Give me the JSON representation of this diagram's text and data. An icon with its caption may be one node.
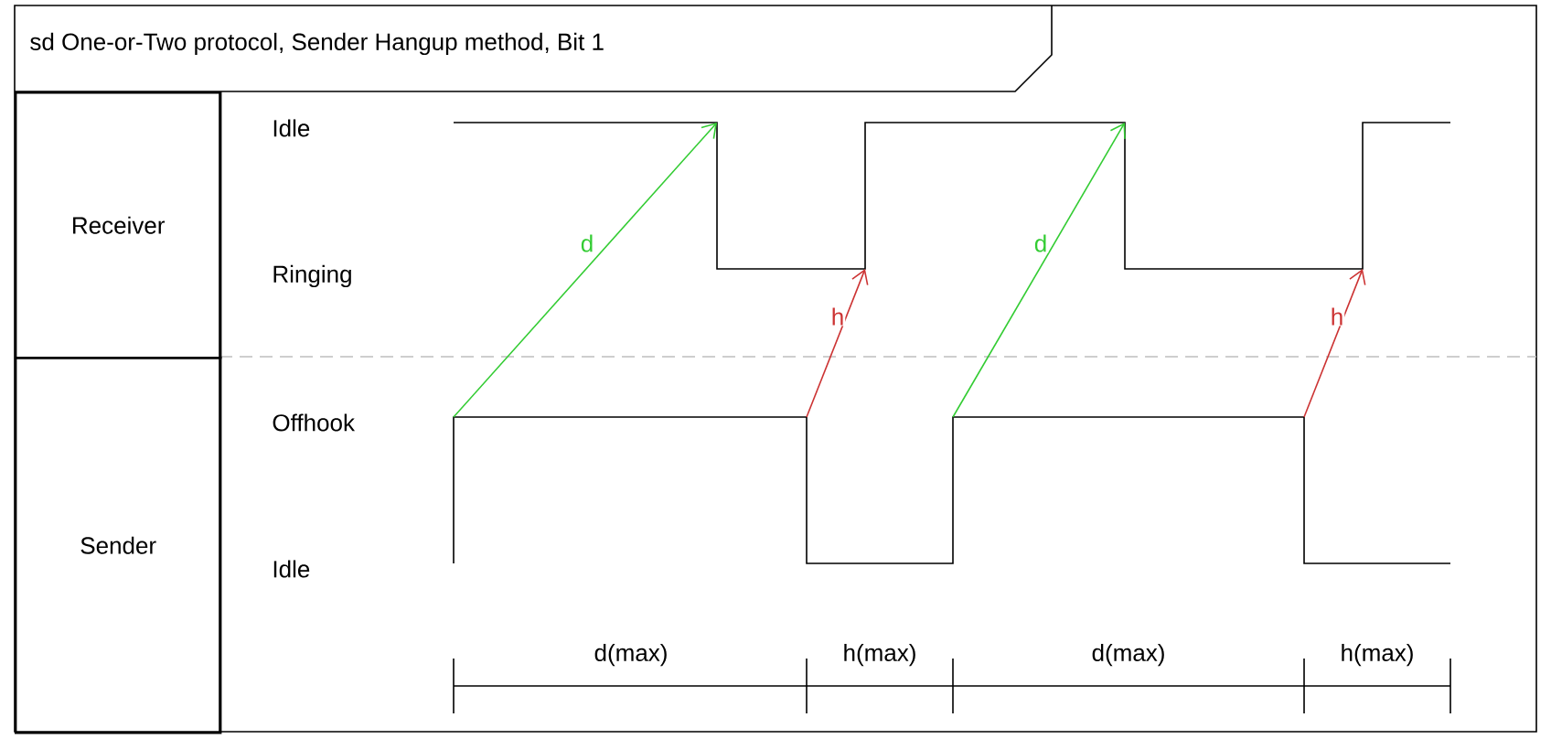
{
  "diagram": {
    "title": "sd One-or-Two protocol, Sender Hangup method, Bit 1",
    "nodes": [
      {
        "text": [
          "Receiver"
        ]
      },
      {
        "text": [
          "Sender"
        ]
      },
      {
        "text": [],
        "shape": "waveform"
      },
      {
        "text": [],
        "shape": "waveform"
      }
    ],
    "edges": [
      {
        "from": 3,
        "to": 2,
        "arrow": "to",
        "label": "d",
        "color": "#33cc33"
      },
      {
        "from": 3,
        "to": 2,
        "arrow": "to",
        "label": "h",
        "color": "#cc3333"
      },
      {
        "from": 3,
        "to": 2,
        "arrow": "to",
        "label": "d",
        "color": "#33cc33"
      },
      {
        "from": 3,
        "to": 2,
        "arrow": "to",
        "label": "h",
        "color": "#cc3333"
      }
    ],
    "labels": [
      "Idle",
      "Ringing",
      "Offhook",
      "Idle",
      "d(max)",
      "h(max)",
      "d(max)",
      "h(max)"
    ]
  }
}
